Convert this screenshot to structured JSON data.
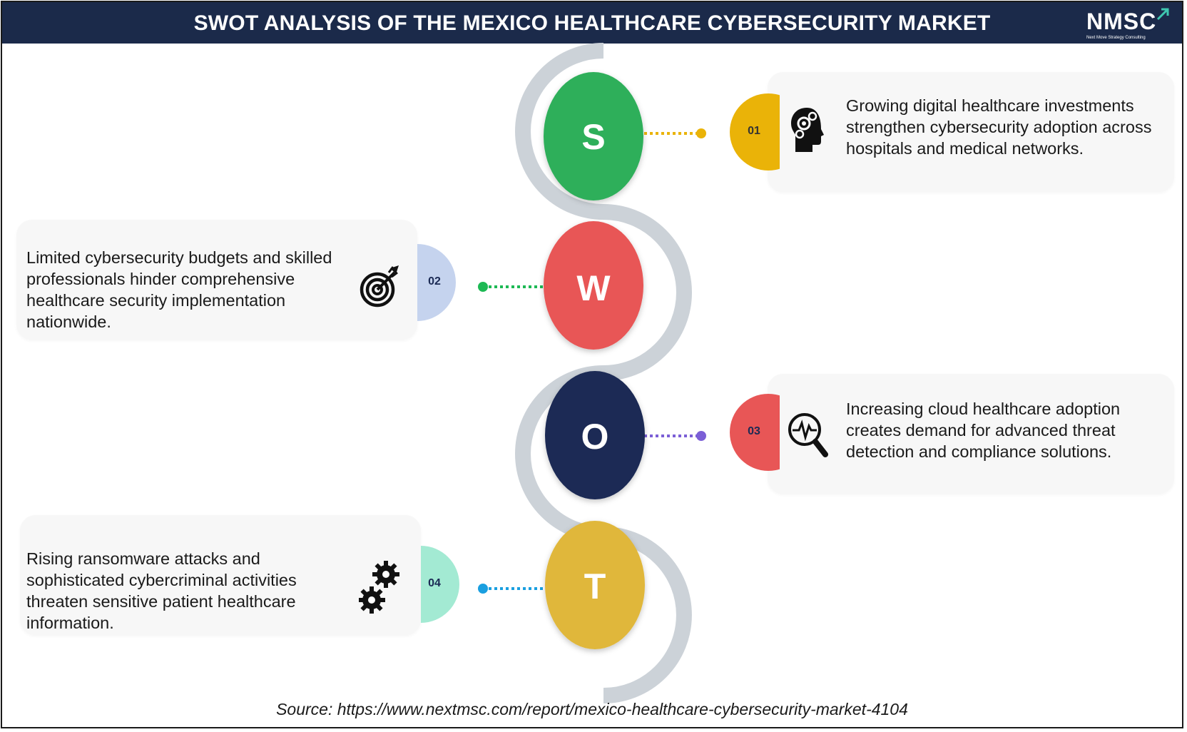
{
  "header": {
    "title": "SWOT ANALYSIS OF THE MEXICO HEALTHCARE CYBERSECURITY MARKET",
    "logo_text": "NMSC",
    "logo_tagline": "Next Move Strategy Consulting"
  },
  "swot": [
    {
      "letter": "S",
      "number": "01",
      "color": "#2eaf5a",
      "badge_color": "#eab308",
      "dot_color": "#eab308",
      "text": "Growing digital healthcare investments strengthen cybersecurity adoption across hospitals and medical networks.",
      "icon": "brain-gear-head-icon"
    },
    {
      "letter": "W",
      "number": "02",
      "color": "#e85656",
      "badge_color": "#c5d3ee",
      "dot_color": "#1db954",
      "text": "Limited cybersecurity budgets and skilled professionals hinder comprehensive healthcare security implementation nationwide.",
      "icon": "target-arrow-icon"
    },
    {
      "letter": "O",
      "number": "03",
      "color": "#1b2a54",
      "badge_color": "#e85656",
      "dot_color": "#7b5fd6",
      "text": "Increasing cloud healthcare adoption creates demand for advanced threat detection and compliance solutions.",
      "icon": "magnifier-pulse-icon"
    },
    {
      "letter": "T",
      "number": "04",
      "color": "#e0b73a",
      "badge_color": "#a3ead3",
      "dot_color": "#1a9fe0",
      "text": "Rising ransomware attacks and sophisticated cybercriminal activities threaten sensitive patient healthcare information.",
      "icon": "gears-icon"
    }
  ],
  "source": "Source: https://www.nextmsc.com/report/mexico-healthcare-cybersecurity-market-4104"
}
